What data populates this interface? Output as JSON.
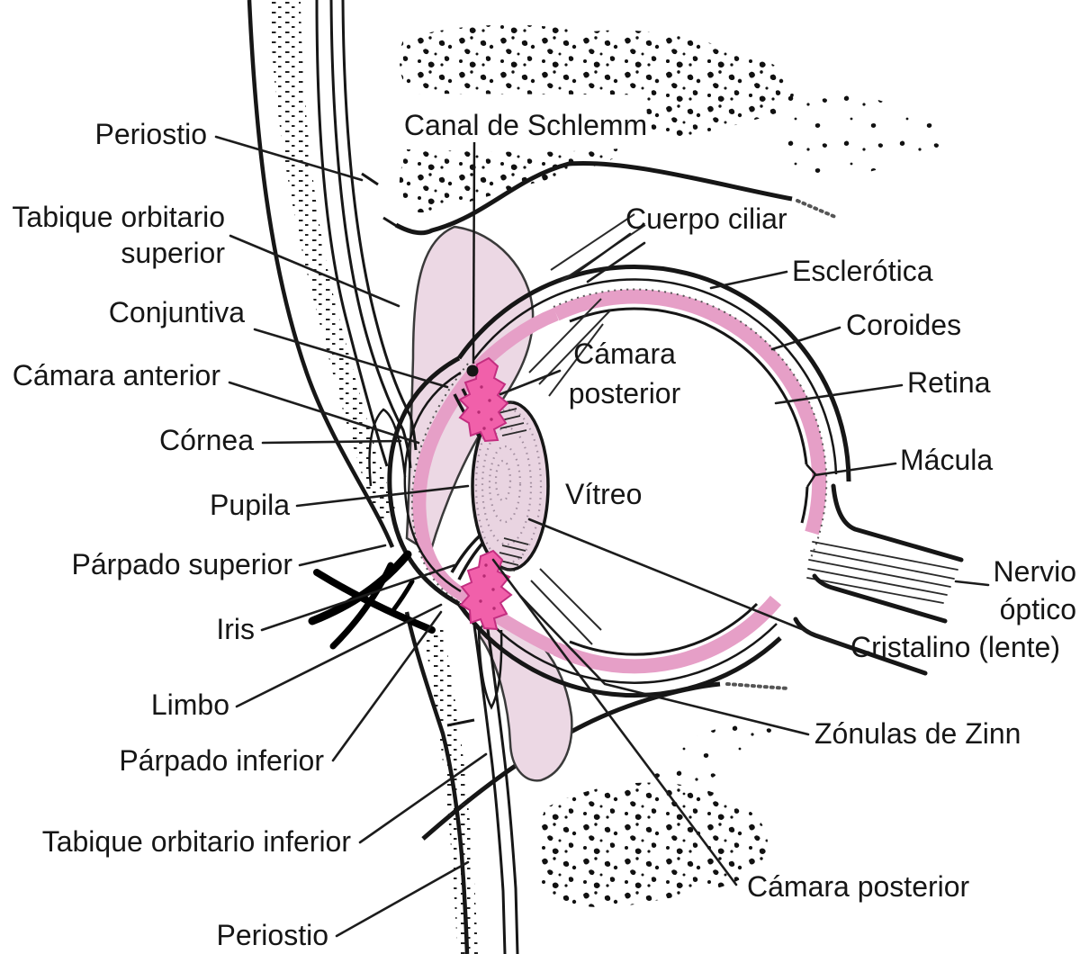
{
  "diagram": {
    "type": "anatomy-eye-sagittal-section",
    "language": "es",
    "labels": {
      "periostio_superior": "Periostio",
      "tabique_orbitario_superior_l1": "Tabique orbitario",
      "tabique_orbitario_superior_l2": "superior",
      "conjuntiva": "Conjuntiva",
      "camara_anterior": "Cámara anterior",
      "cornea": "Córnea",
      "pupila": "Pupila",
      "parpado_superior": "Párpado superior",
      "iris": "Iris",
      "limbo": "Limbo",
      "parpado_inferior": "Párpado inferior",
      "tabique_orbitario_inferior": "Tabique orbitario inferior",
      "periostio_inferior": "Periostio",
      "canal_de_schlemm": "Canal de Schlemm",
      "cuerpo_ciliar": "Cuerpo ciliar",
      "esclerotica": "Esclerótica",
      "coroides": "Coroides",
      "retina": "Retina",
      "macula": "Mácula",
      "nervio_optico_l1": "Nervio",
      "nervio_optico_l2": "óptico",
      "cristalino": "Cristalino (lente)",
      "zonulas_de_zinn": "Zónulas de Zinn",
      "camara_posterior_central_l1": "Cámara",
      "camara_posterior_central_l2": "posterior",
      "camara_posterior_inferior": "Cámara posterior",
      "vitreo": "Vítreo"
    },
    "colors": {
      "outline_ink": "#161616",
      "pale_pink_tissue": "#ecd8e4",
      "medium_pink_uvea": "#e69fc7",
      "hot_pink_ciliary_body": "#f160aa",
      "hot_pink_outline": "#c32e80",
      "lens_fill": "#e9d4e1",
      "background": "#ffffff"
    }
  }
}
